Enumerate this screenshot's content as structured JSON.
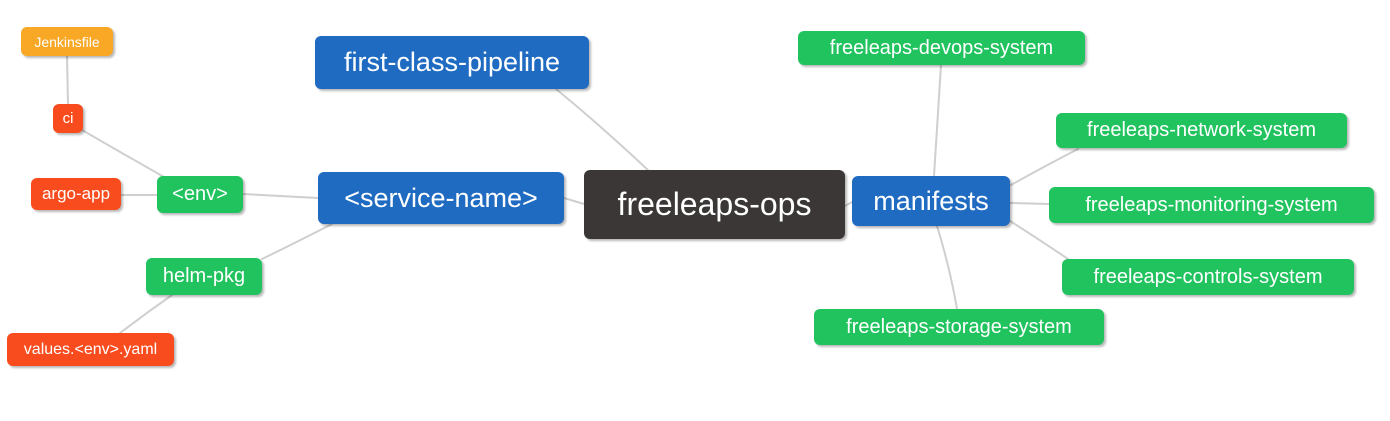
{
  "diagram": {
    "type": "mindmap",
    "root": "freeleaps-ops"
  },
  "colors": {
    "background": "#ffffff",
    "text": "#ffffff",
    "edge": "#cfcfcf",
    "blue": "#1f6bc1",
    "green": "#21c35f",
    "red": "#f84c1e",
    "orange": "#f9a826",
    "dark": "#3b3737"
  },
  "nodes": {
    "root": {
      "label": "freeleaps-ops"
    },
    "first_class_pipeline": {
      "label": "first-class-pipeline"
    },
    "service_name": {
      "label": "<service-name>"
    },
    "env": {
      "label": "<env>"
    },
    "ci": {
      "label": "ci"
    },
    "jenkinsfile": {
      "label": "Jenkinsfile"
    },
    "argo_app": {
      "label": "argo-app"
    },
    "helm_pkg": {
      "label": "helm-pkg"
    },
    "values_env_yaml": {
      "label": "values.<env>.yaml"
    },
    "manifests": {
      "label": "manifests"
    },
    "devops_system": {
      "label": "freeleaps-devops-system"
    },
    "network_system": {
      "label": "freeleaps-network-system"
    },
    "monitoring_system": {
      "label": "freeleaps-monitoring-system"
    },
    "controls_system": {
      "label": "freeleaps-controls-system"
    },
    "storage_system": {
      "label": "freeleaps-storage-system"
    }
  },
  "edges": [
    {
      "from": "root",
      "to": "first_class_pipeline"
    },
    {
      "from": "root",
      "to": "service_name"
    },
    {
      "from": "root",
      "to": "manifests"
    },
    {
      "from": "service_name",
      "to": "env"
    },
    {
      "from": "service_name",
      "to": "helm_pkg"
    },
    {
      "from": "env",
      "to": "ci"
    },
    {
      "from": "env",
      "to": "argo_app"
    },
    {
      "from": "ci",
      "to": "jenkinsfile"
    },
    {
      "from": "helm_pkg",
      "to": "values_env_yaml"
    },
    {
      "from": "manifests",
      "to": "devops_system"
    },
    {
      "from": "manifests",
      "to": "network_system"
    },
    {
      "from": "manifests",
      "to": "monitoring_system"
    },
    {
      "from": "manifests",
      "to": "controls_system"
    },
    {
      "from": "manifests",
      "to": "storage_system"
    }
  ]
}
